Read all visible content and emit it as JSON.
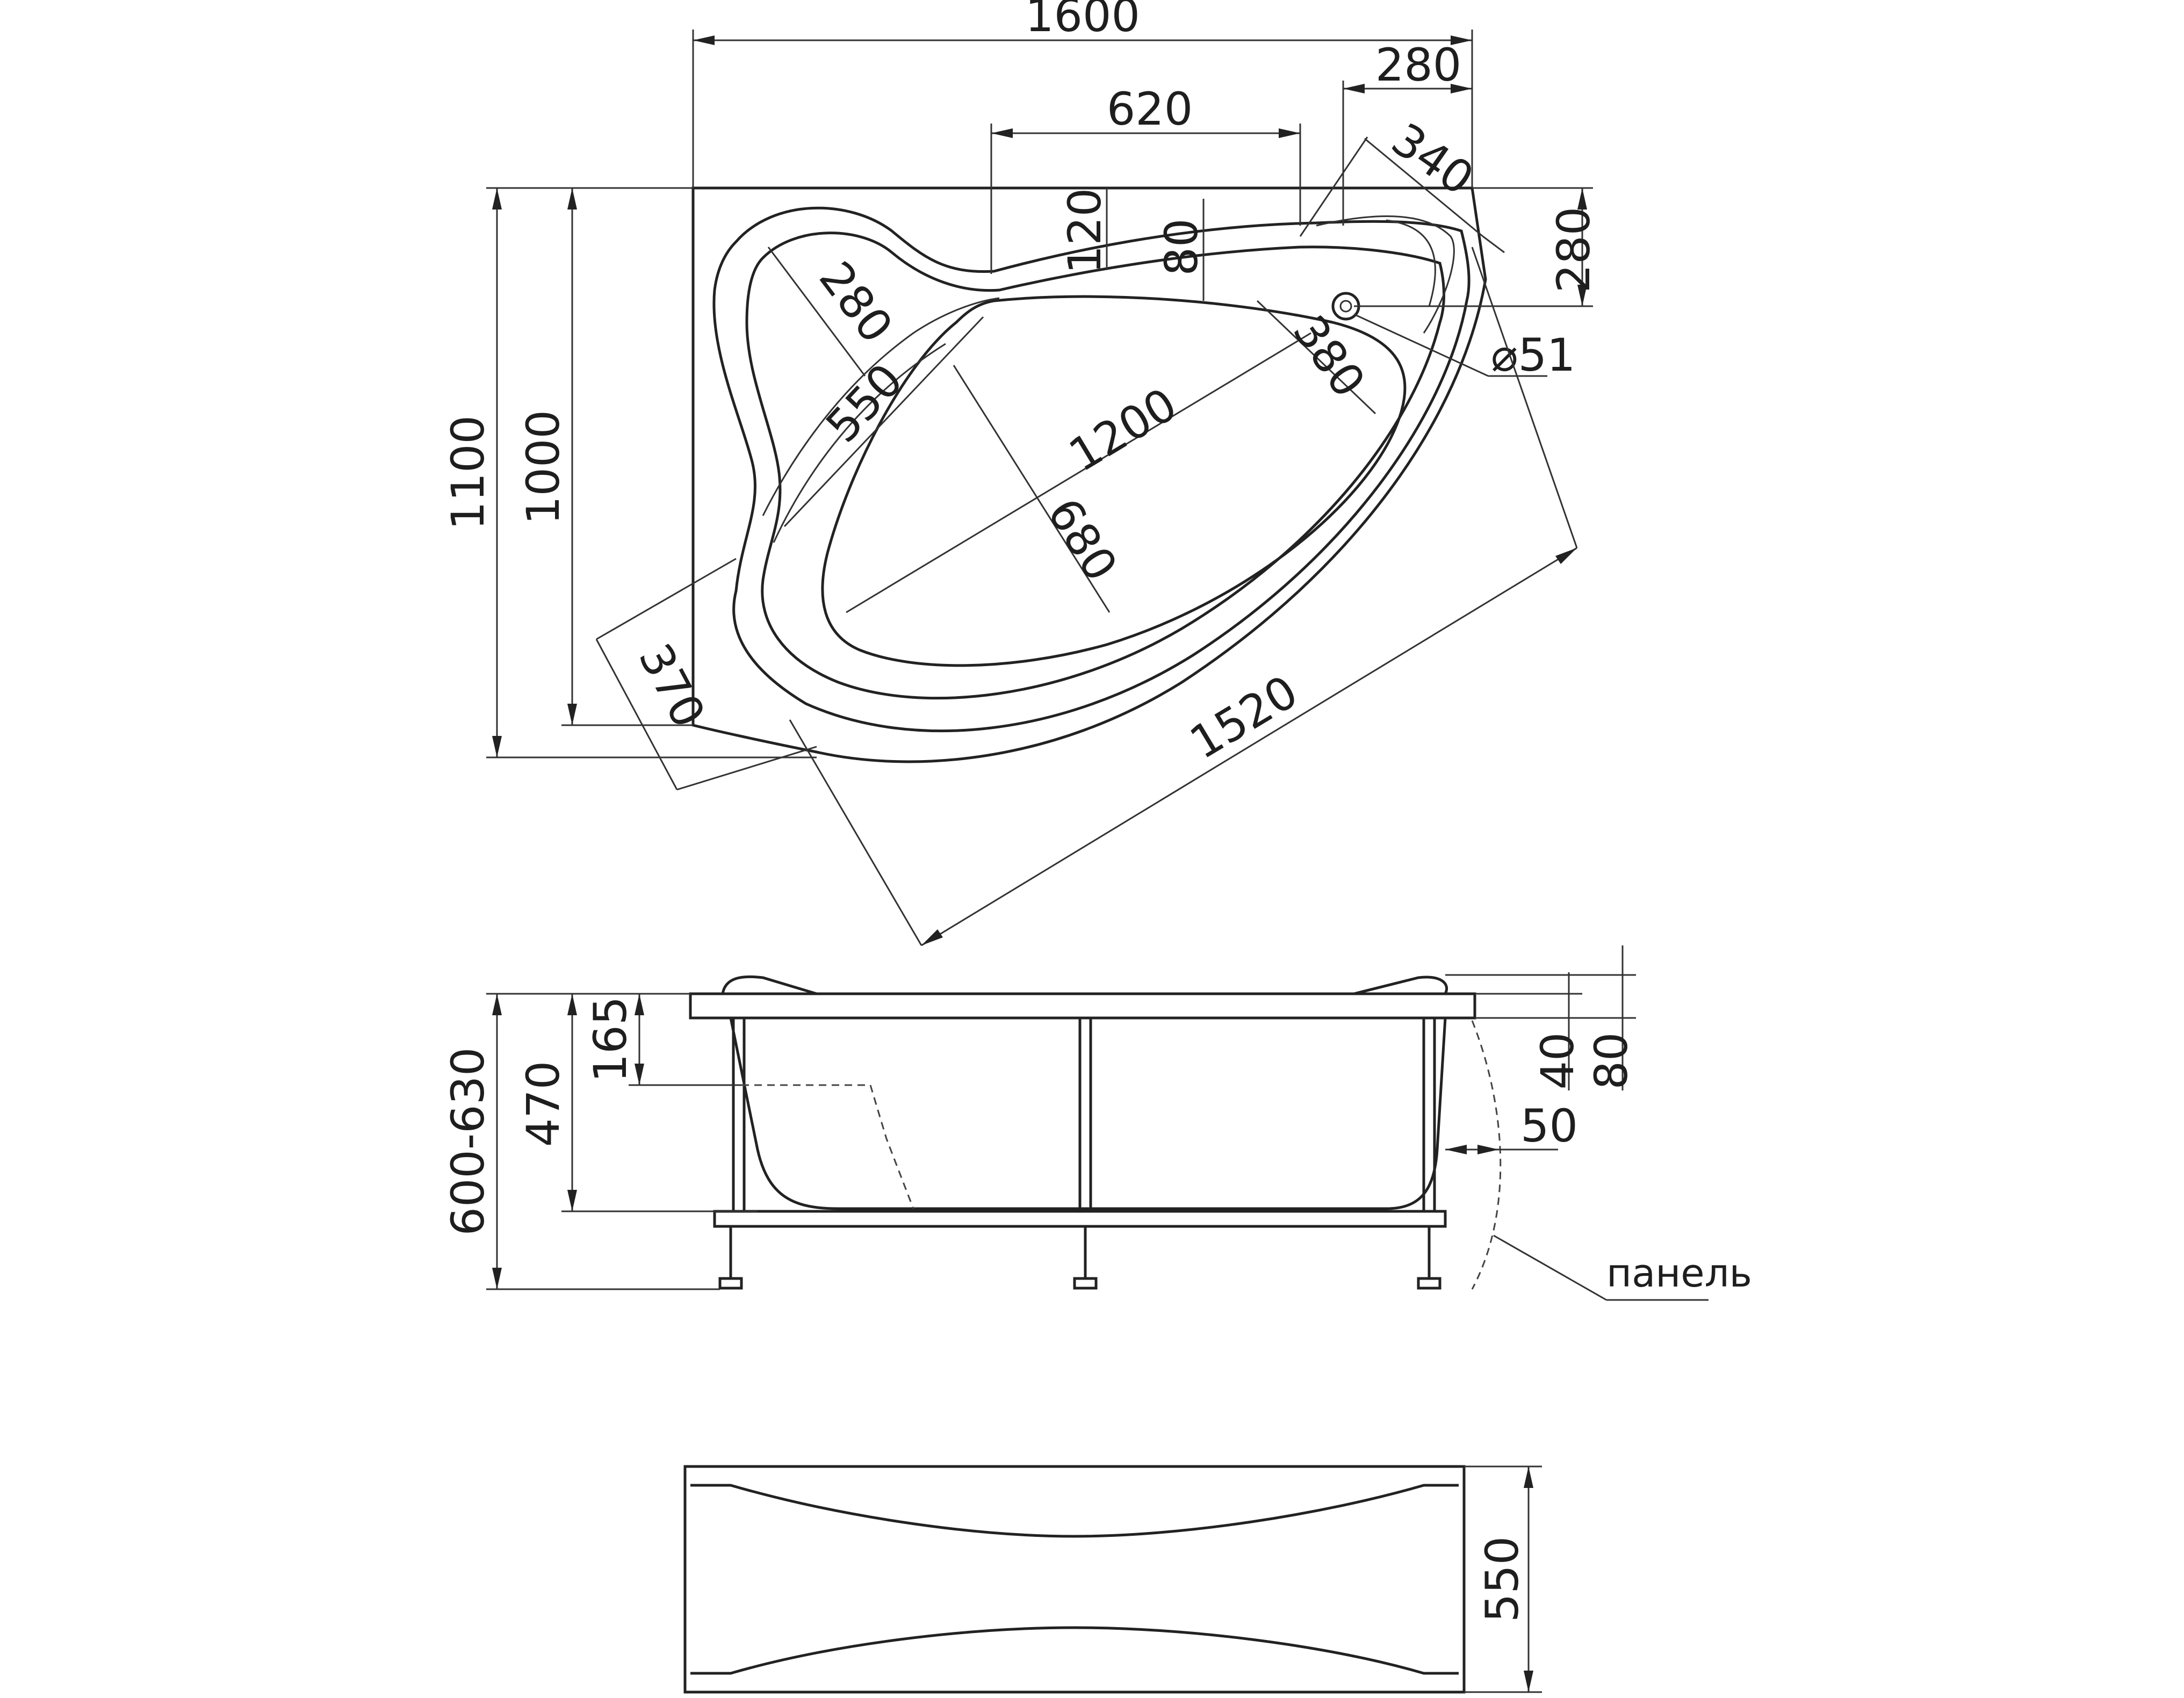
{
  "colors": {
    "line": "#222222",
    "text": "#1e1e1e",
    "background": "#ffffff"
  },
  "top_view": {
    "overall_length": "1600",
    "corner_width": "280",
    "rim_length": "620",
    "corner_diagonal": "340",
    "depth_120": "120",
    "depth_80": "80",
    "right_280": "280",
    "overall_width": "1100",
    "width_1000": "1000",
    "seat_280": "280",
    "seat_550": "550",
    "bowl_length": "1200",
    "drain_380": "380",
    "drain_diameter": "⌀51",
    "bowl_width": "680",
    "front_370": "370",
    "diagonal_1520": "1520"
  },
  "side_view": {
    "total_height": "600-630",
    "inner_height": "470",
    "seat_height": "165",
    "rim_40": "40",
    "rim_80": "80",
    "panel_offset": "50",
    "panel_label": "панель"
  },
  "panel_view": {
    "panel_height": "550"
  }
}
